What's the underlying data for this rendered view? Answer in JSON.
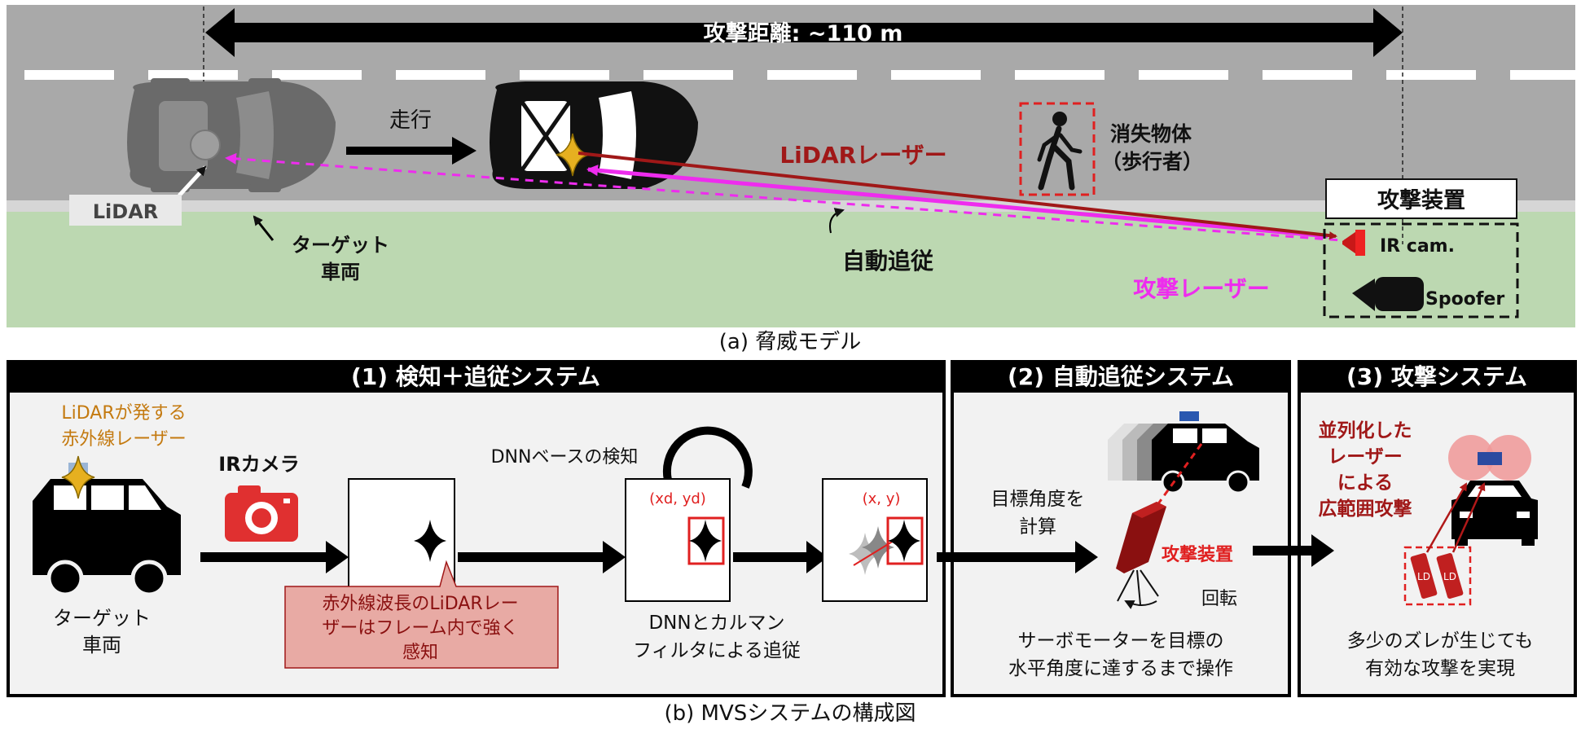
{
  "panel_a": {
    "distance_label": "攻撃距離: ~110 m",
    "drive_label": "走行",
    "lidar_label": "LiDAR",
    "target_vehicle": [
      "ターゲット",
      "車両"
    ],
    "auto_tracking_label": "自動追従",
    "lidar_laser_label": "LiDARレーザー",
    "attack_laser_label": "攻撃レーザー",
    "vanishing_object": [
      "消失物体",
      "（歩行者）"
    ],
    "attack_device_title": "攻撃装置",
    "ir_cam_label": "IR cam.",
    "spoofer_label": "Spoofer",
    "caption": "(a)  脅威モデル"
  },
  "panel_b": {
    "section1_title": "(1) 検知＋追従システム",
    "section2_title": "(2) 自動追従システム",
    "section3_title": "(3) 攻撃システム",
    "lidar_emits": [
      "LiDARが発する",
      "赤外線レーザー"
    ],
    "ir_camera": "IRカメラ",
    "target_vehicle": [
      "ターゲット",
      "車両"
    ],
    "dnn_detect": "DNNベースの検知",
    "xd_yd_label": "(xd, yd)",
    "xy_label": "(x, y)",
    "callout": [
      "赤外線波長のLiDARレー",
      "ザーはフレーム内で強く",
      "感知"
    ],
    "dnn_kalman": [
      "DNNとカルマン",
      "フィルタによる追従"
    ],
    "compute_angle": [
      "目標角度を",
      "計算"
    ],
    "attack_device": "攻撃装置",
    "rotation": "回転",
    "servo_text": [
      "サーボモーターを目標の",
      "水平角度に達するまで操作"
    ],
    "parallel_laser": [
      "並列化した",
      "レーザー",
      "による",
      "広範囲攻撃"
    ],
    "ld_label": "LD",
    "robust_text": [
      "多少のズレが生じても",
      "有効な攻撃を実現"
    ],
    "caption": "(b)  MVSシステムの構成図"
  },
  "colors": {
    "road": "#a9a9a9",
    "grass": "#bcd8b1",
    "dark_red": "#a01818",
    "magenta": "#ee2cee",
    "orange_text": "#c47a10",
    "red": "#e02020",
    "callout_fill": "#e8aaa4"
  }
}
